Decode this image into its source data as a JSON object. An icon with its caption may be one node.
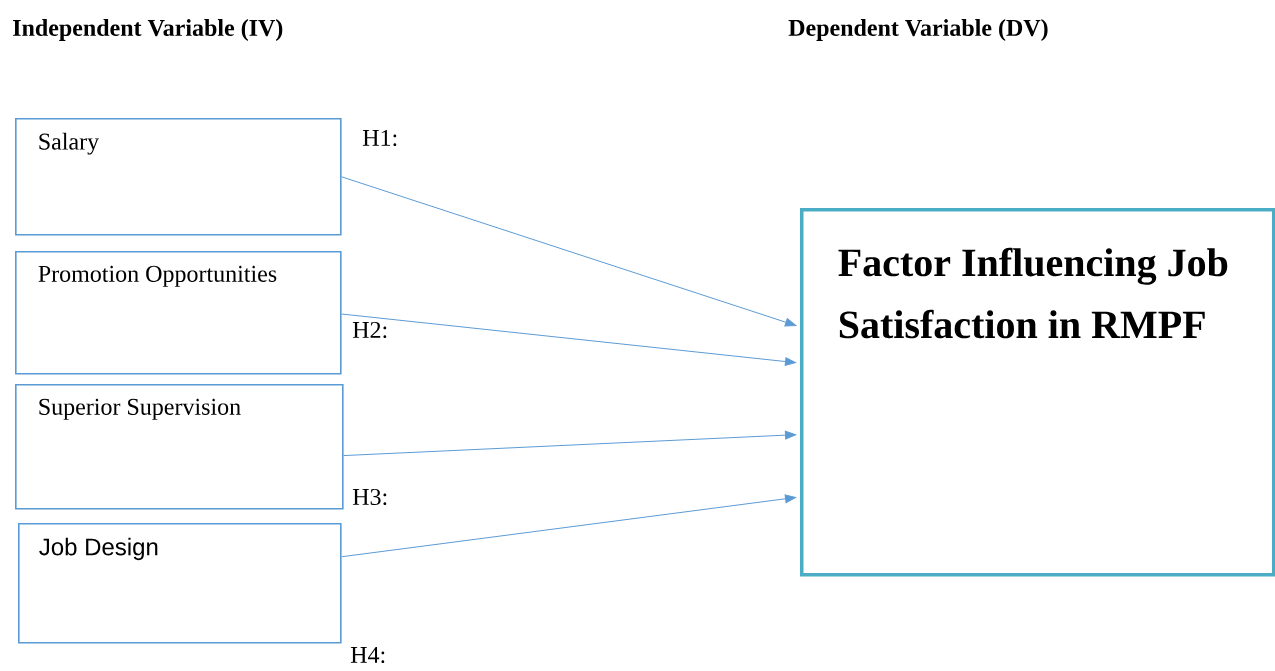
{
  "diagram": {
    "nodes": [
      {
        "text": [
          "Salary"
        ]
      },
      {
        "text": [
          "Promotion Opportunities"
        ]
      },
      {
        "text": [
          "Superior Supervision"
        ]
      },
      {
        "text": [
          "Job Design"
        ]
      },
      {
        "text": [
          "Factor Influencing Job Satisfaction in RMPF"
        ]
      }
    ],
    "edges": [
      {
        "from": 0,
        "to": 4,
        "arrow": "to"
      },
      {
        "from": 1,
        "to": 4,
        "arrow": "to"
      },
      {
        "from": 2,
        "to": 4,
        "arrow": "to"
      },
      {
        "from": 3,
        "to": 4,
        "arrow": "to"
      }
    ],
    "labels": [
      "Independent Variable (IV)",
      "Dependent Variable (DV)",
      "H1:",
      "H2:",
      "H3:",
      "H4:"
    ]
  }
}
